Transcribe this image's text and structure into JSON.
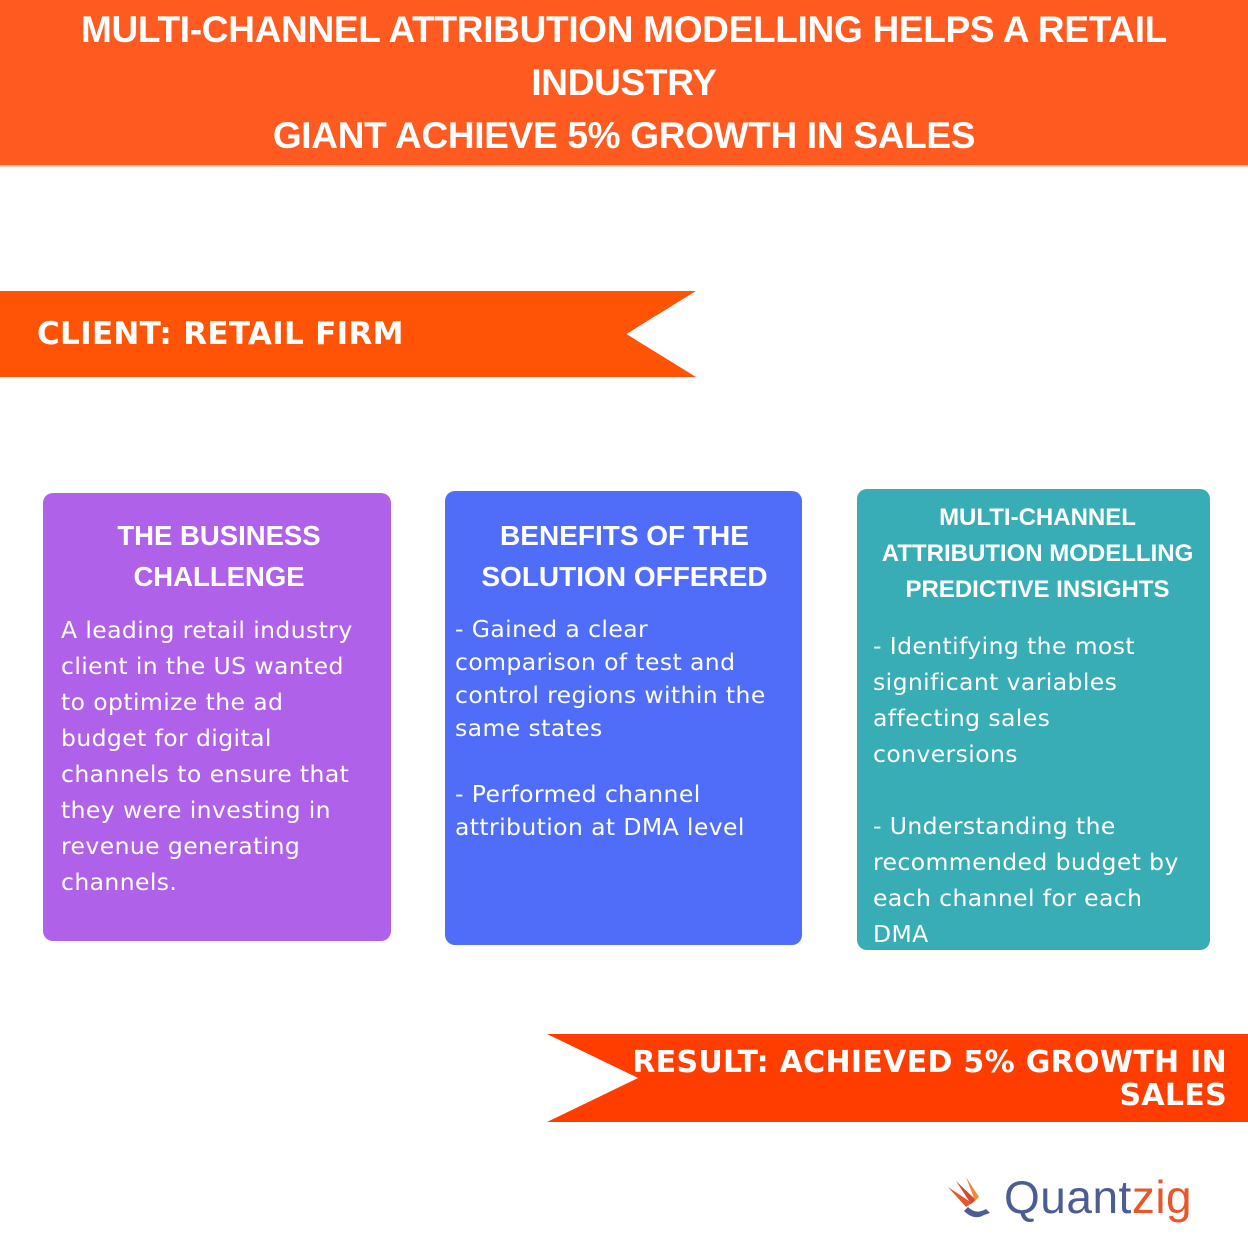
{
  "header": {
    "title_line1": "MULTI-CHANNEL ATTRIBUTION MODELLING HELPS A RETAIL INDUSTRY",
    "title_line2": "GIANT ACHIEVE 5% GROWTH IN SALES",
    "background_color": "#ff5a1f"
  },
  "client_banner": {
    "label": "CLIENT: RETAIL FIRM",
    "color": "#ff5406"
  },
  "cards": [
    {
      "title_lines": [
        "THE BUSINESS",
        "CHALLENGE"
      ],
      "body_lines": [
        "A leading retail industry",
        "client in the US wanted",
        "to optimize the ad",
        "budget for digital",
        "channels to ensure that",
        "they were investing in",
        "revenue generating",
        "channels."
      ],
      "color": "#b061e9"
    },
    {
      "title_lines": [
        "BENEFITS OF THE",
        "SOLUTION OFFERED"
      ],
      "body_lines_1": [
        "- Gained a clear",
        "comparison of test and",
        "control regions within the",
        "same states"
      ],
      "body_lines_2": [
        "- Performed channel",
        "attribution at DMA level"
      ],
      "color": "#4f6df9"
    },
    {
      "title_lines": [
        "MULTI-CHANNEL",
        "ATTRIBUTION MODELLING",
        "PREDICTIVE INSIGHTS"
      ],
      "body_lines_1": [
        "- Identifying the most",
        "significant variables",
        "affecting sales",
        "conversions"
      ],
      "body_lines_2": [
        "- Understanding the",
        "recommended budget by",
        "each channel for each",
        "DMA"
      ],
      "color": "#38adb6"
    }
  ],
  "result_banner": {
    "line1": "RESULT: ACHIEVED 5% GROWTH IN",
    "line2": "SALES",
    "color": "#ff3d00"
  },
  "logo": {
    "text_main": "Quant",
    "text_accent": "zig",
    "icon": "quantzig-logo-icon",
    "main_color": "#4c5d94",
    "accent_color": "#e8572a"
  }
}
